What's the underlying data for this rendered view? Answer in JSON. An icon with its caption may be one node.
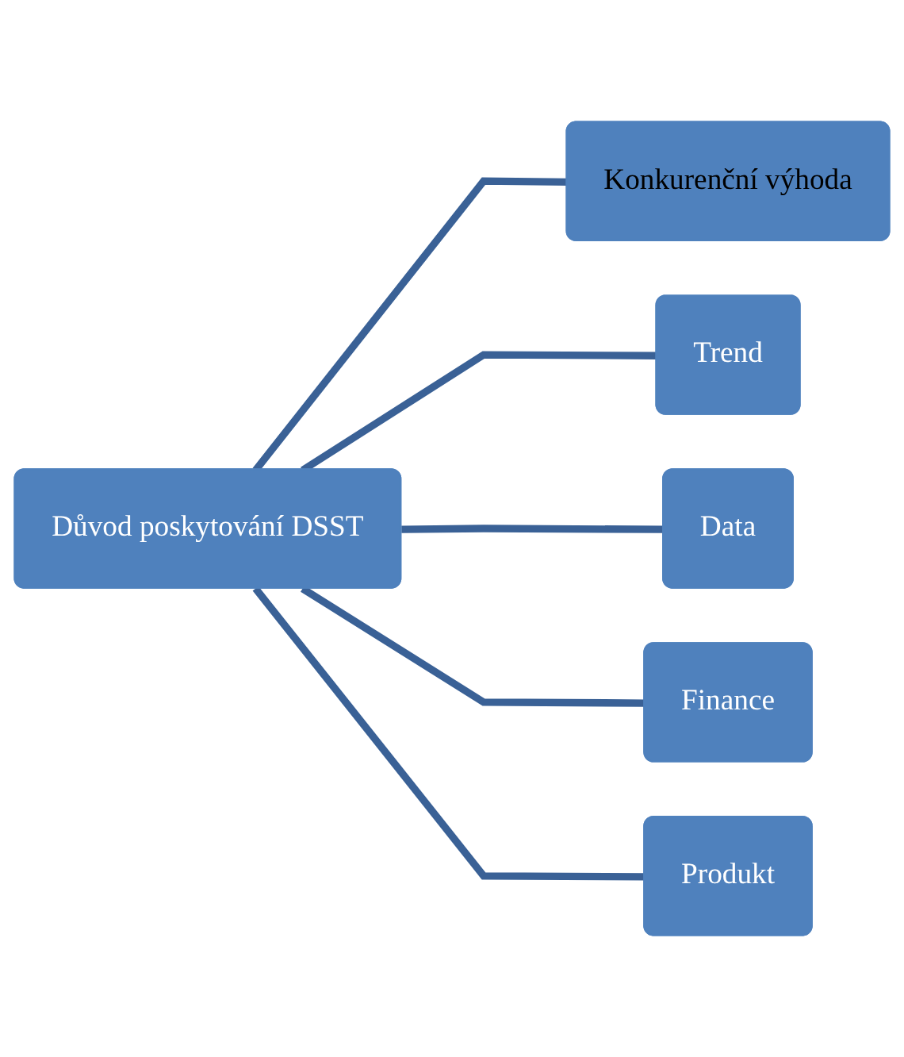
{
  "diagram": {
    "nodes": [
      {
        "text": [
          "Důvod poskytování DSST"
        ]
      },
      {
        "text": [
          "Konkurenční výhoda"
        ]
      },
      {
        "text": [
          "Trend"
        ]
      },
      {
        "text": [
          "Data"
        ]
      },
      {
        "text": [
          "Finance"
        ]
      },
      {
        "text": [
          "Produkt"
        ]
      }
    ],
    "edges": [
      {
        "from": 0,
        "to": 1,
        "arrow": "none"
      },
      {
        "from": 0,
        "to": 2,
        "arrow": "none"
      },
      {
        "from": 0,
        "to": 3,
        "arrow": "none"
      },
      {
        "from": 0,
        "to": 4,
        "arrow": "none"
      },
      {
        "from": 0,
        "to": 5,
        "arrow": "none"
      }
    ]
  }
}
